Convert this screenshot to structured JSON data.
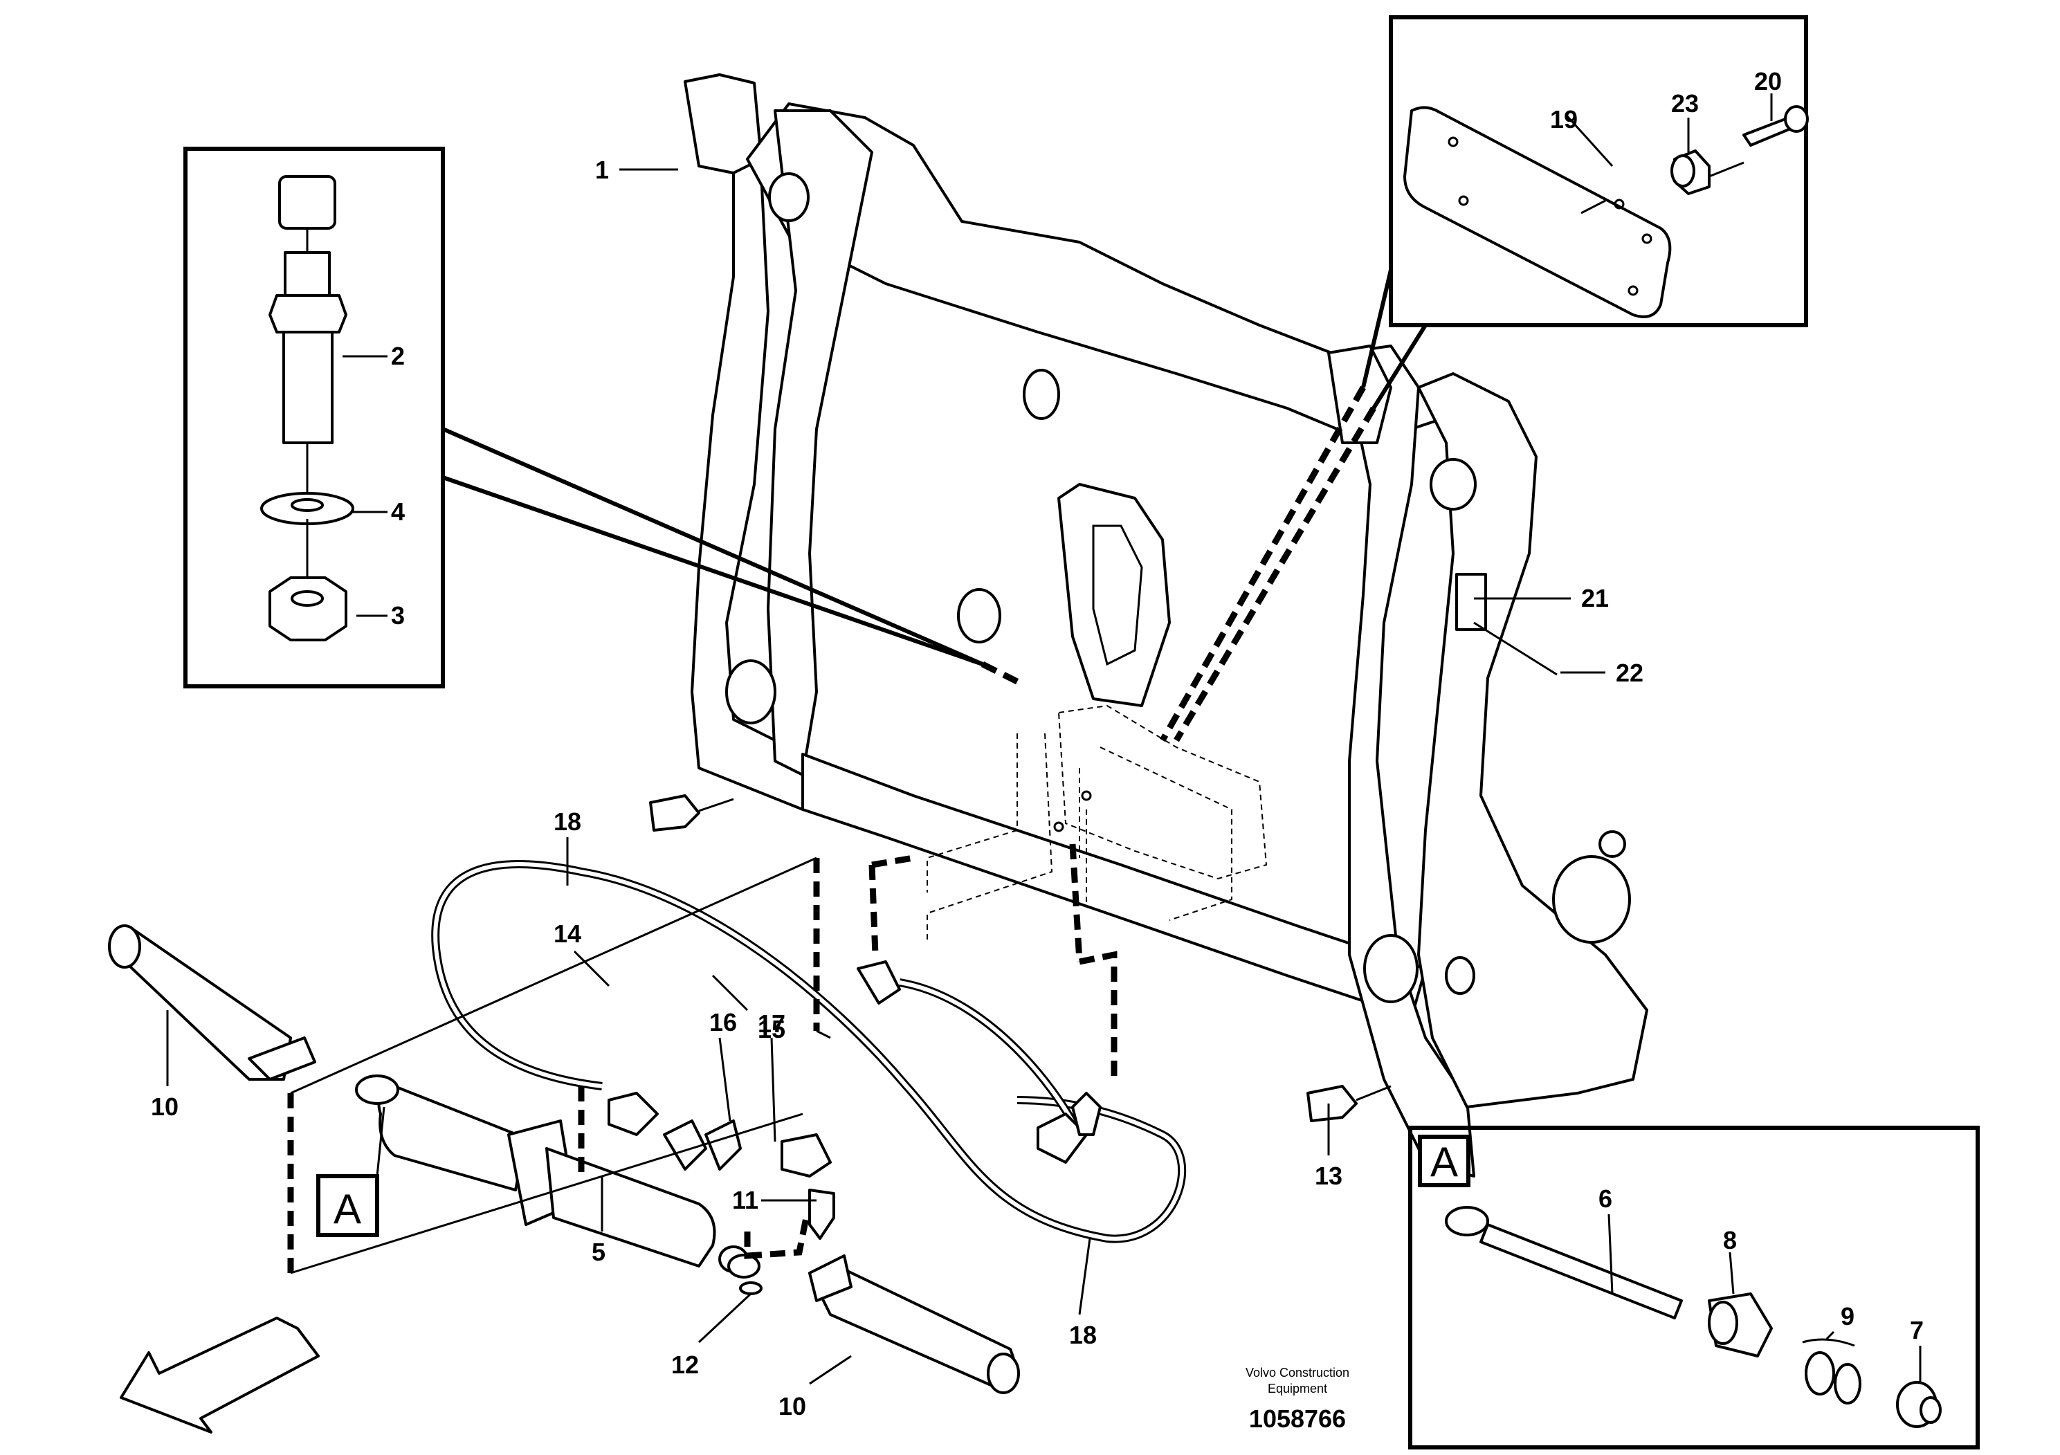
{
  "diagram": {
    "labels": {
      "p1": "1",
      "p2": "2",
      "p3": "3",
      "p4": "4",
      "p5": "5",
      "p6": "6",
      "p7": "7",
      "p8": "8",
      "p9": "9",
      "p10a": "10",
      "p10b": "10",
      "p11": "11",
      "p12": "12",
      "p13": "13",
      "p14": "14",
      "p15": "15",
      "p16": "16",
      "p17": "17",
      "p18a": "18",
      "p18b": "18",
      "p19": "19",
      "p20": "20",
      "p21": "21",
      "p22": "22",
      "p23": "23"
    },
    "detail_marker": "A",
    "detail_title": "A",
    "footer": {
      "company_line1": "Volvo Construction",
      "company_line2": "Equipment",
      "document_number": "1058766"
    }
  }
}
